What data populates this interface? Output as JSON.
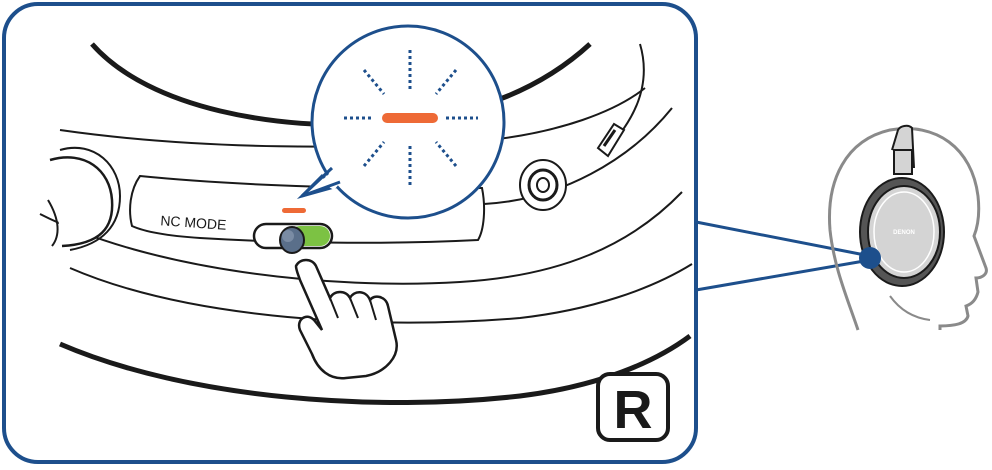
{
  "illustration": {
    "switch_label": "NC MODE",
    "side_badge": "R",
    "brand": "DENON",
    "colors": {
      "frame": "#1d4f8c",
      "line": "#1a1a1a",
      "led": "#ee6a36",
      "switch_on": "#7cc243",
      "knob": "#5a6f8a",
      "earcup": "#d4d4d4",
      "dots": "#1d4f8c"
    },
    "icons": [
      "earcup-panel",
      "nc-mode-switch",
      "led-indicator",
      "pointing-hand-icon",
      "r-badge-icon",
      "headphones-head-icon"
    ]
  }
}
